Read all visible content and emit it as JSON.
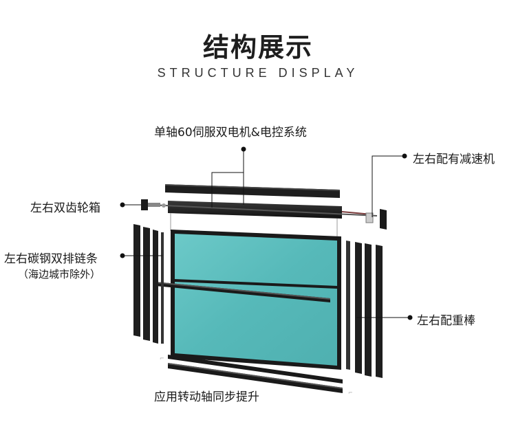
{
  "header": {
    "title": "结构展示",
    "subtitle": "STRUCTURE DISPLAY"
  },
  "callouts": {
    "motor": "单轴60伺服双电机&电控系统",
    "reducer": "左右配有减速机",
    "gearbox": "左右双齿轮箱",
    "chain": "左右碳钢双排链条",
    "chain_note": "（海边城市除外）",
    "weight_bar": "左右配重棒",
    "sync_shaft": "应用转动轴同步提升"
  },
  "colors": {
    "frame": "#1c1c1c",
    "glass": "#5bbdbd",
    "leader": "#111111"
  }
}
